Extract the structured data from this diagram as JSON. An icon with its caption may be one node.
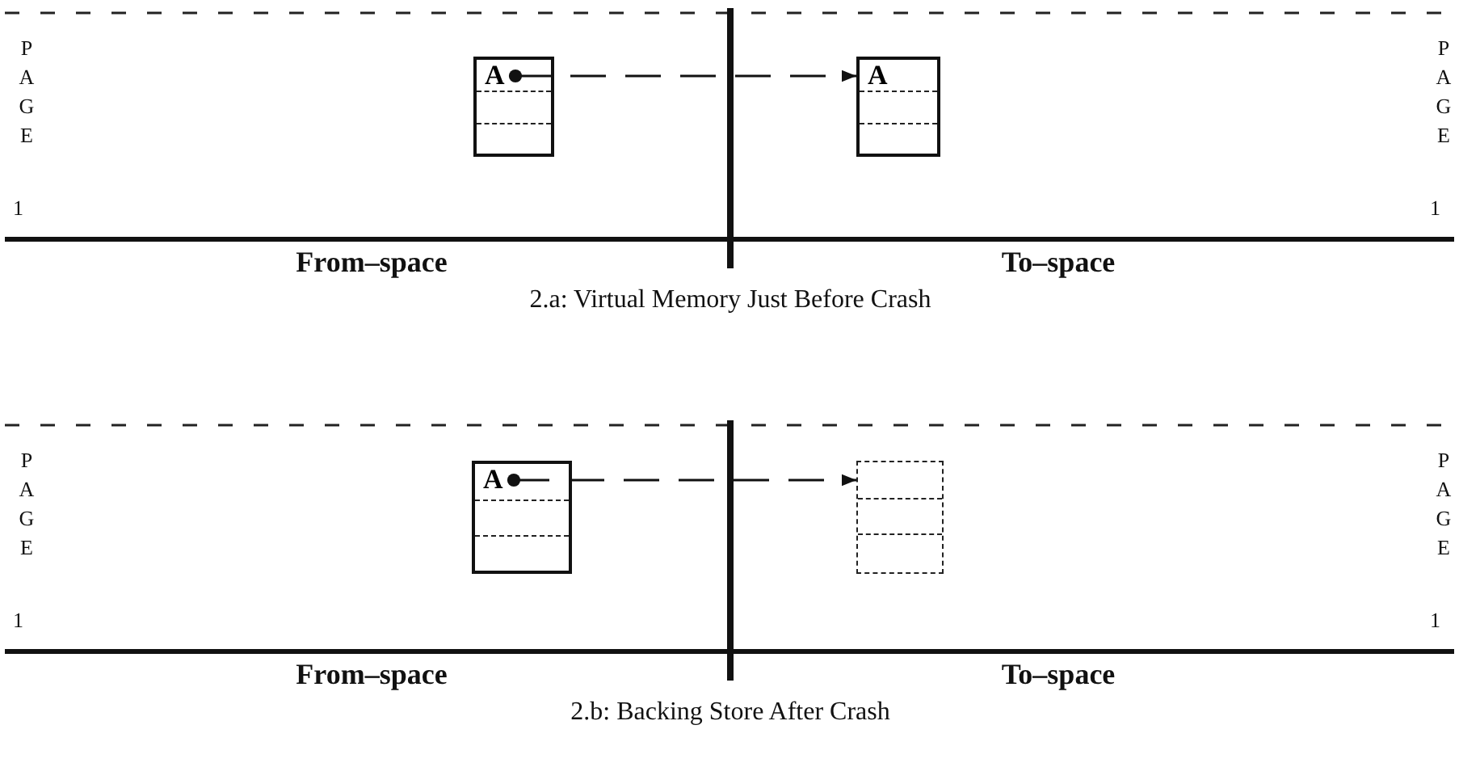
{
  "diagram": {
    "nodes": [
      {
        "text": [
          "A"
        ]
      },
      {
        "text": [
          "A"
        ]
      },
      {
        "text": [
          "A"
        ]
      },
      {
        "text": [],
        "shape": "box"
      }
    ],
    "edges": [
      {
        "from": 0,
        "to": 1,
        "arrow": "to",
        "style": "dashed"
      },
      {
        "from": 2,
        "to": 3,
        "arrow": "to",
        "style": "dashed"
      }
    ],
    "labels": [
      "PAGE",
      "1",
      "PAGE",
      "1",
      "From–space",
      "To–space",
      "2.a: Virtual Memory Just Before Crash",
      "PAGE",
      "1",
      "PAGE",
      "1",
      "From–space",
      "To–space",
      "2.b: Backing Store After Crash"
    ]
  }
}
